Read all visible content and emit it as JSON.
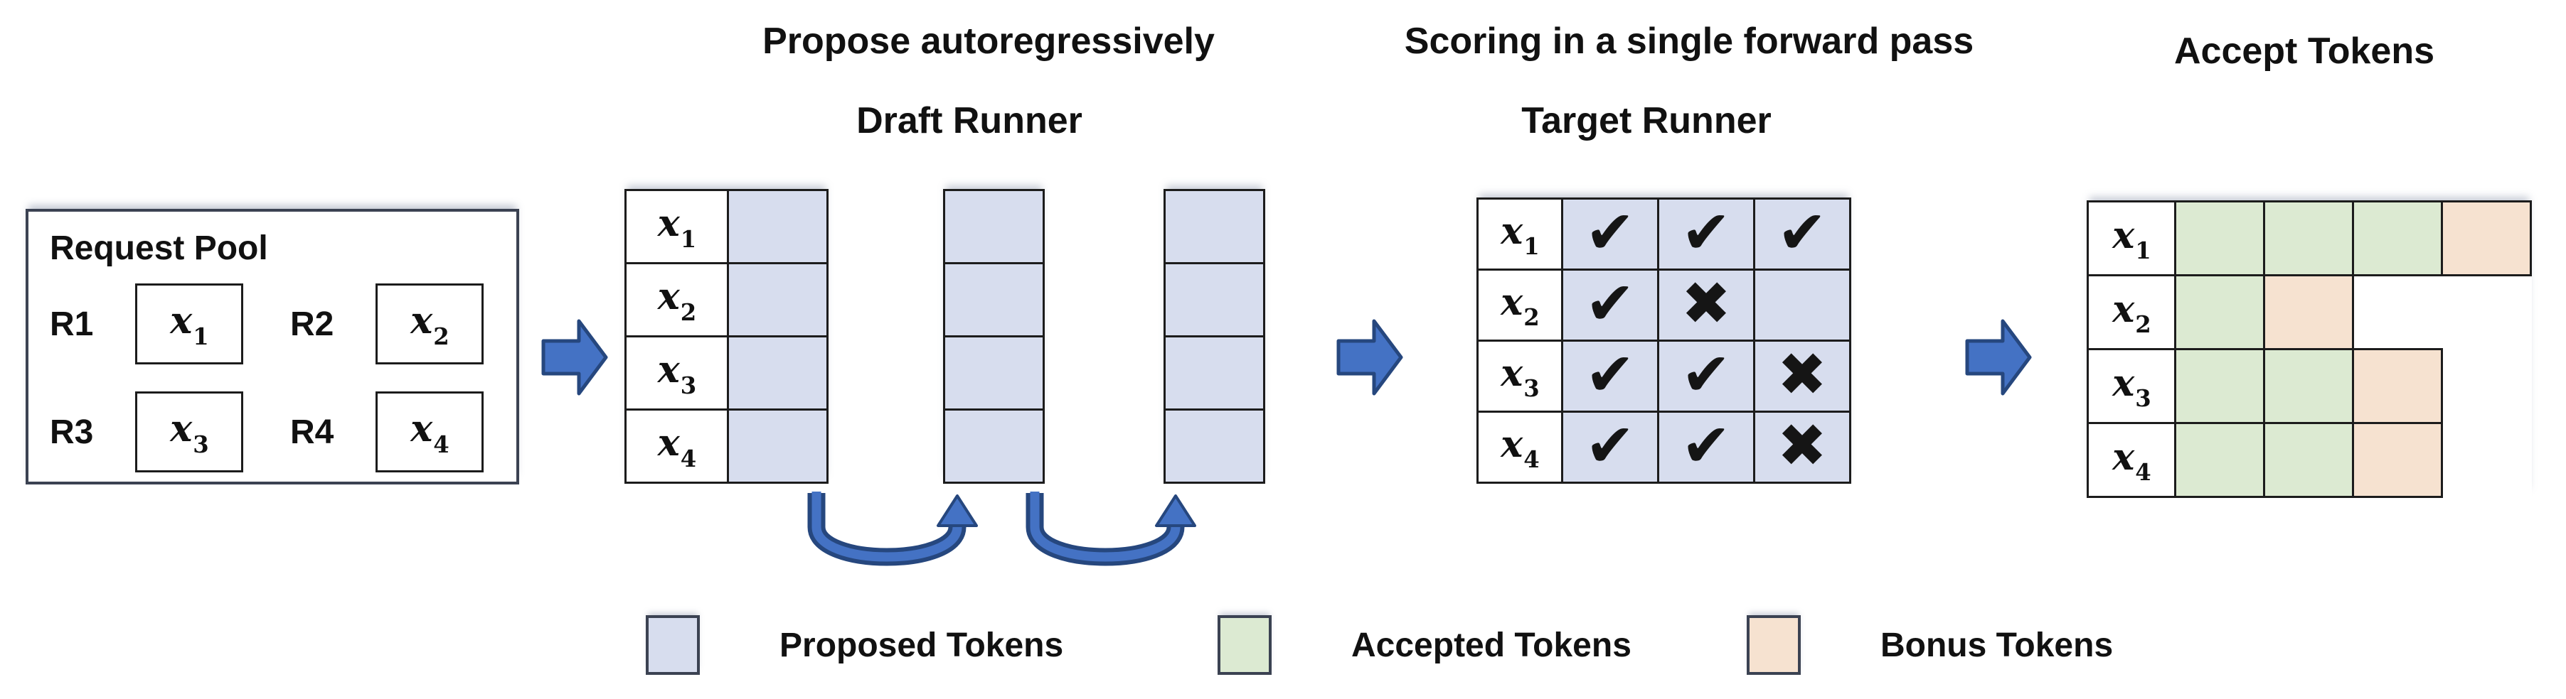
{
  "palette": {
    "proposed_fill": "#d7ddee",
    "accepted_fill": "#dcead2",
    "bonus_fill": "#f6e2d0",
    "arrow_fill": "#4472c4",
    "arrow_outline": "#26477e",
    "grid_border": "#1c1c1c",
    "box_border": "#3b4252"
  },
  "request_pool": {
    "title": "Request Pool",
    "items": [
      {
        "label": "R1",
        "token_base": "x",
        "token_sub": "1"
      },
      {
        "label": "R2",
        "token_base": "x",
        "token_sub": "2"
      },
      {
        "label": "R3",
        "token_base": "x",
        "token_sub": "3"
      },
      {
        "label": "R4",
        "token_base": "x",
        "token_sub": "4"
      }
    ]
  },
  "draft": {
    "step_title": "Propose autoregressively",
    "runner_title": "Draft Runner",
    "tokens": [
      {
        "base": "x",
        "sub": "1"
      },
      {
        "base": "x",
        "sub": "2"
      },
      {
        "base": "x",
        "sub": "3"
      },
      {
        "base": "x",
        "sub": "4"
      }
    ],
    "plain_grid_count": 2,
    "rows_per_grid": 4
  },
  "target": {
    "step_title": "Scoring in a single forward pass",
    "runner_title": "Target Runner",
    "rows": [
      {
        "token_base": "x",
        "token_sub": "1",
        "marks": [
          "check",
          "check",
          "check"
        ]
      },
      {
        "token_base": "x",
        "token_sub": "2",
        "marks": [
          "check",
          "cross",
          "blank"
        ]
      },
      {
        "token_base": "x",
        "token_sub": "3",
        "marks": [
          "check",
          "check",
          "cross"
        ]
      },
      {
        "token_base": "x",
        "token_sub": "4",
        "marks": [
          "check",
          "check",
          "cross"
        ]
      }
    ]
  },
  "accept": {
    "title": "Accept Tokens",
    "rows": [
      {
        "token_base": "x",
        "token_sub": "1",
        "cells": [
          "accepted",
          "accepted",
          "accepted",
          "bonus"
        ]
      },
      {
        "token_base": "x",
        "token_sub": "2",
        "cells": [
          "accepted",
          "bonus"
        ]
      },
      {
        "token_base": "x",
        "token_sub": "3",
        "cells": [
          "accepted",
          "accepted",
          "bonus"
        ]
      },
      {
        "token_base": "x",
        "token_sub": "4",
        "cells": [
          "accepted",
          "accepted",
          "bonus"
        ]
      }
    ]
  },
  "legend": {
    "items": [
      {
        "swatch": "proposed",
        "label": "Proposed Tokens"
      },
      {
        "swatch": "accepted",
        "label": "Accepted Tokens"
      },
      {
        "swatch": "bonus",
        "label": "Bonus Tokens"
      }
    ]
  },
  "glyphs": {
    "check": "✔",
    "cross": "✖",
    "blank": ""
  }
}
